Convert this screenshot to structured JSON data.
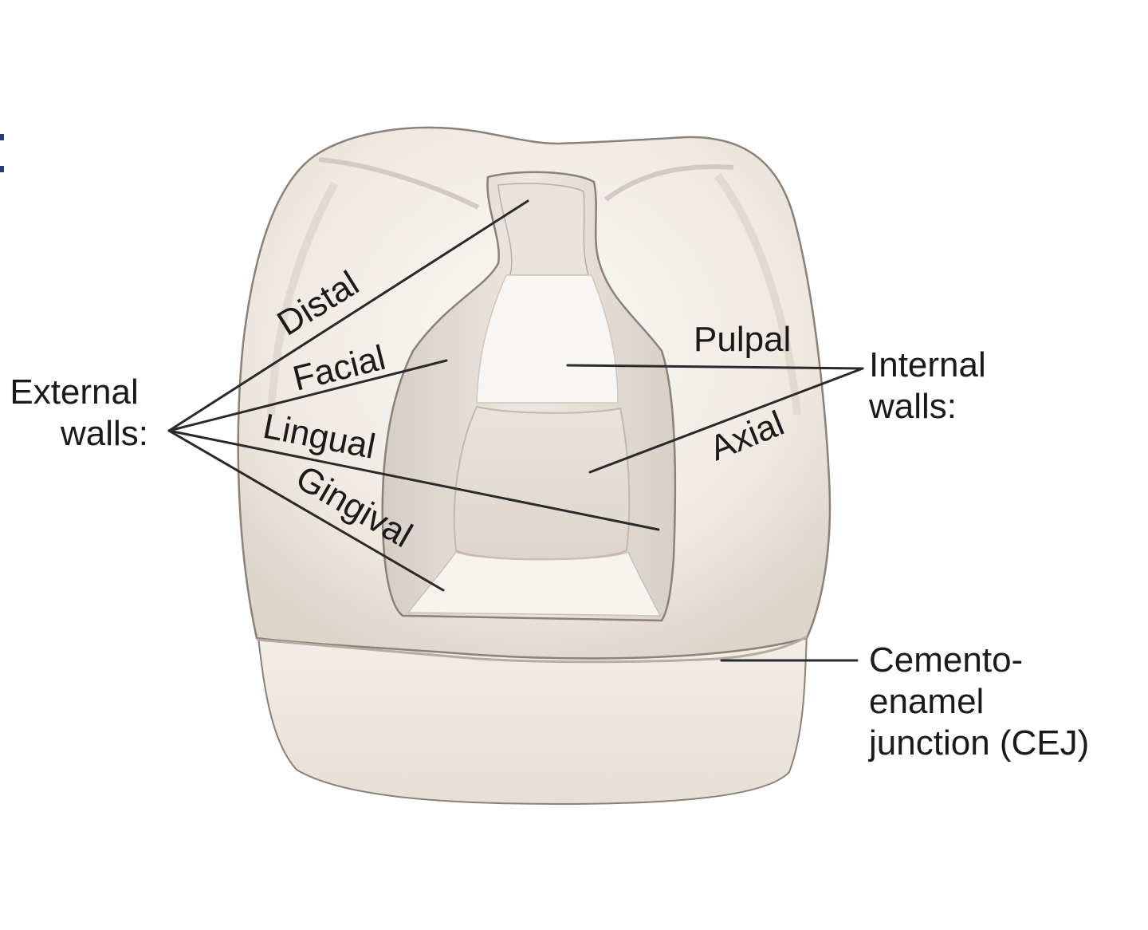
{
  "external_group": {
    "label_line1": "External",
    "label_line2": "walls:",
    "walls": [
      "Distal",
      "Facial",
      "Lingual",
      "Gingival"
    ]
  },
  "internal_group": {
    "label_line1": "Internal",
    "label_line2": "walls:",
    "walls": [
      "Pulpal",
      "Axial"
    ]
  },
  "cej": {
    "line1": "Cemento-",
    "line2": "enamel",
    "line3": "junction (CEJ)"
  },
  "colors": {
    "tooth": "#f1ede7",
    "tooth_shadow": "#d9d1c8",
    "cavity_wall": "#e2dbd3",
    "cavity_floor": "#f7f4f0",
    "outline": "#8b8179",
    "text": "#1a1a1a",
    "edge_mark": "#2b3a6b"
  }
}
